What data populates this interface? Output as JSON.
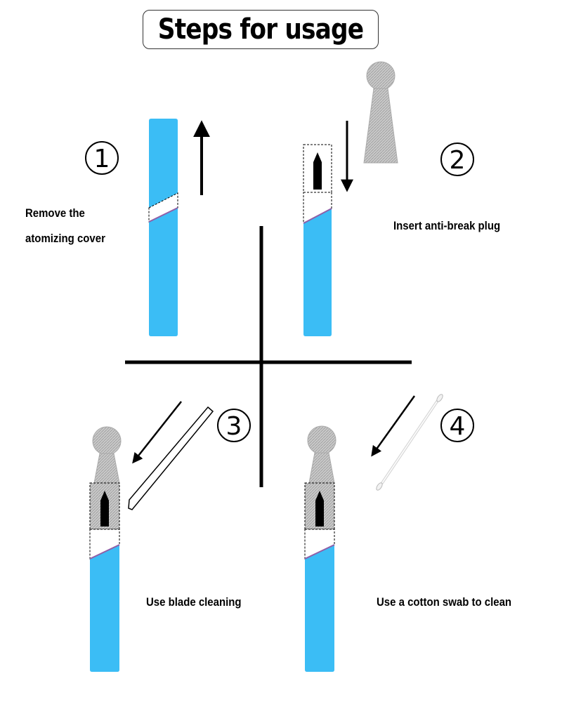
{
  "title": "Steps for usage",
  "steps": [
    {
      "number": "1",
      "label_lines": [
        "Remove the",
        "atomizing cover"
      ]
    },
    {
      "number": "2",
      "label": "Insert anti-break plug"
    },
    {
      "number": "3",
      "label": "Use blade cleaning"
    },
    {
      "number": "4",
      "label": "Use a cotton swab to clean"
    }
  ],
  "colors": {
    "device_body": "#3BBDF5",
    "device_edge": "#8F5FA8",
    "plug": "#BDBDBD",
    "ink": "#000000"
  }
}
